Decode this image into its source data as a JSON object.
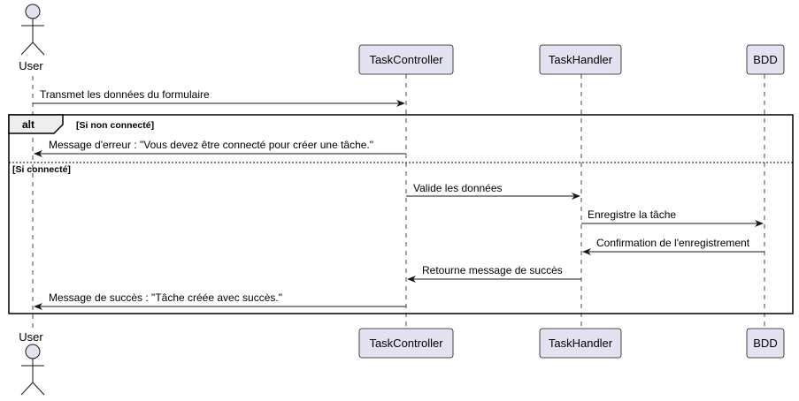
{
  "participants": {
    "user": "User",
    "task_controller": "TaskController",
    "task_handler": "TaskHandler",
    "bdd": "BDD"
  },
  "fragment": {
    "operator": "alt",
    "guard_1": "[Si non connecté]",
    "guard_2": "[Si connecté]"
  },
  "messages": [
    "Transmet les données du formulaire",
    "Message d'erreur : \"Vous devez être connecté pour créer une tâche.\"",
    "Valide les données",
    "Enregistre la tâche",
    "Confirmation de l'enregistrement",
    "Retourne message de succès",
    "Message de succès : \"Tâche créée avec succès.\""
  ],
  "colors": {
    "participant_fill": "#E2E2F0",
    "participant_border": "#181818",
    "lifeline": "#181818",
    "line": "#181818"
  }
}
